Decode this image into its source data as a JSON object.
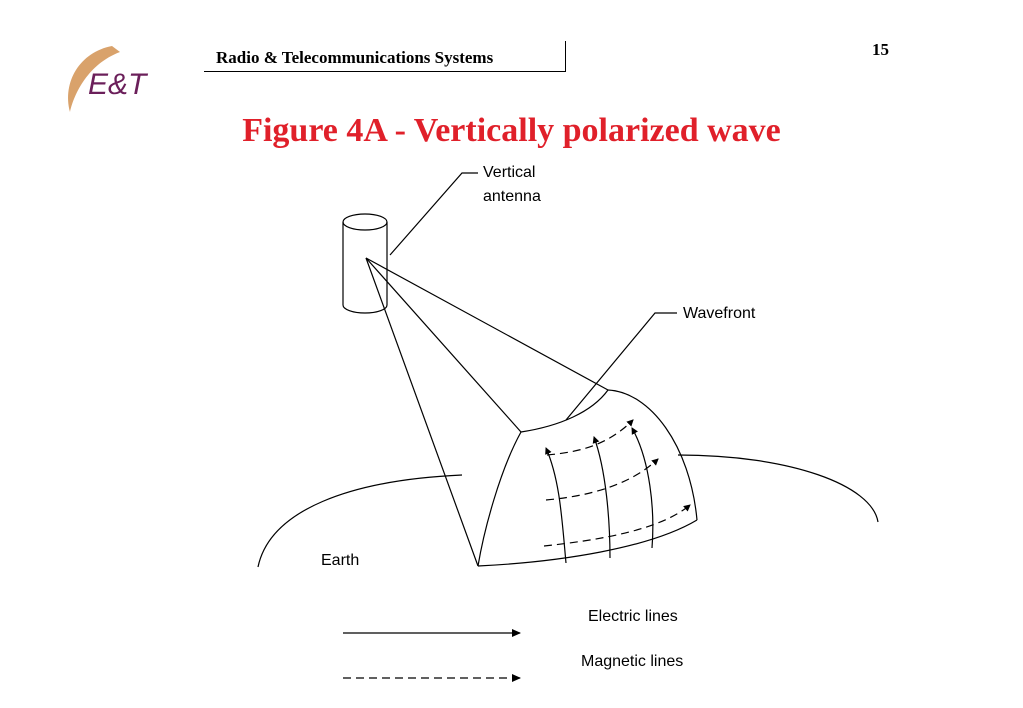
{
  "header": {
    "logo_text": "E&T",
    "title": "Radio & Telecommunications Systems",
    "page_number": "15"
  },
  "figure": {
    "title": "Figure 4A - Vertically polarized wave",
    "labels": {
      "antenna_line1": "Vertical",
      "antenna_line2": "antenna",
      "wavefront": "Wavefront",
      "earth": "Earth"
    },
    "legend": {
      "electric": "Electric lines",
      "magnetic": "Magnetic lines"
    }
  },
  "colors": {
    "title_red": "#e0202a",
    "logo_purple": "#6b1f5a",
    "logo_swoosh": "#c97b3c"
  }
}
